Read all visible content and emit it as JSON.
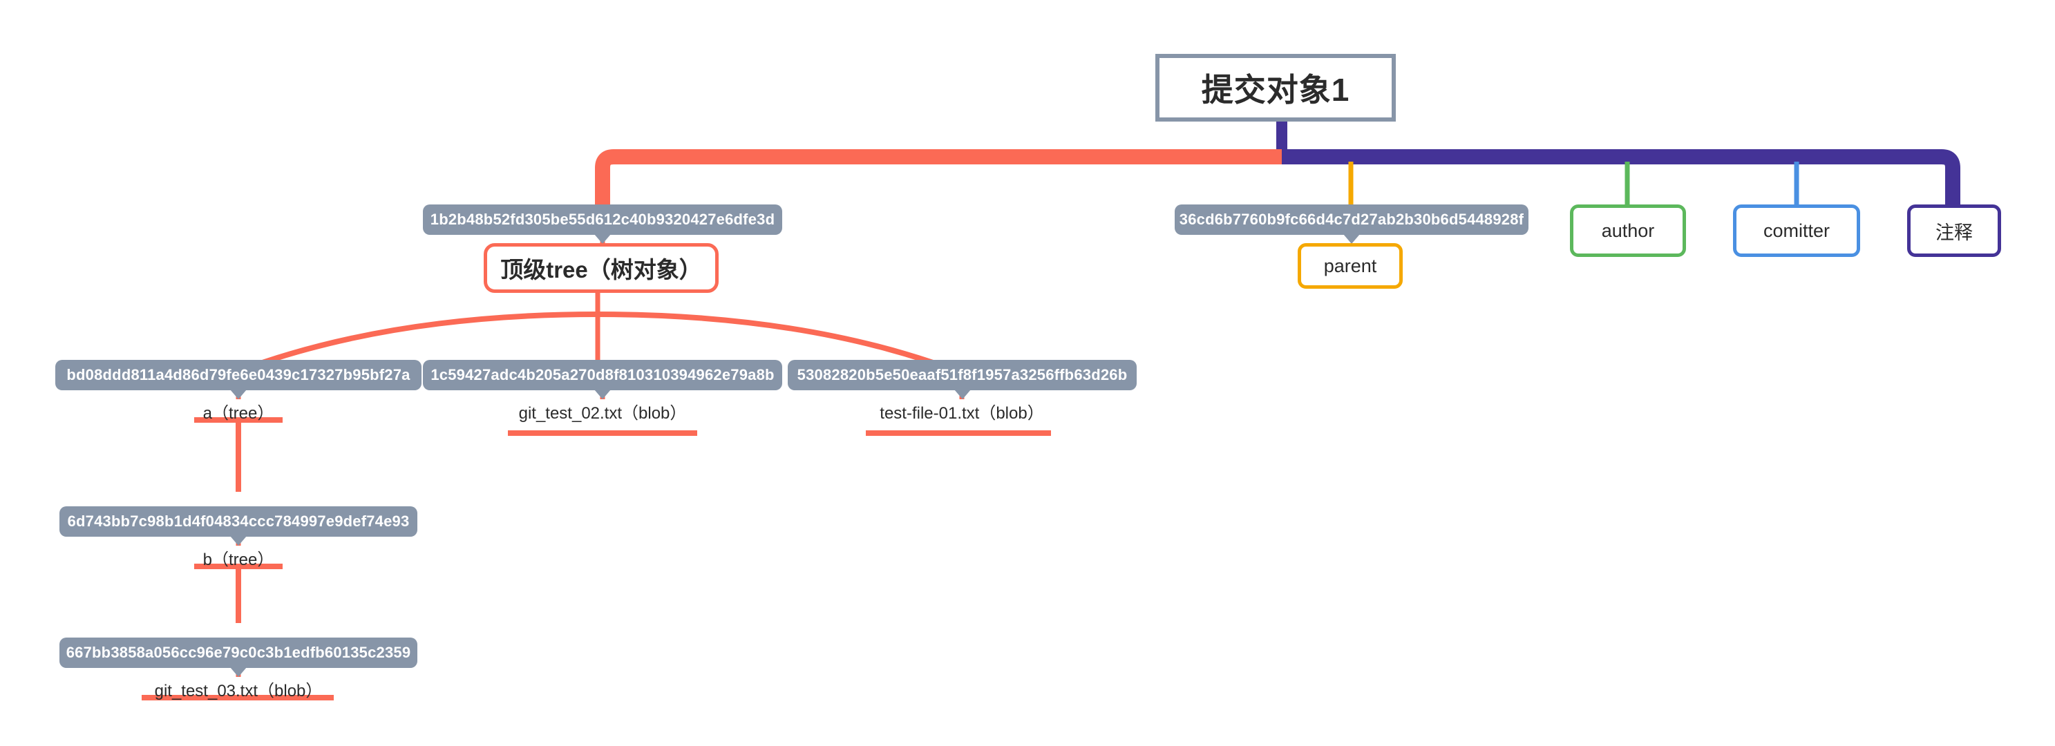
{
  "diagram": {
    "type": "git-object-graph",
    "title": "提交对象1",
    "colors": {
      "red": "#fb6a55",
      "orange": "#f5a800",
      "green": "#5cb85c",
      "blue": "#4a90e2",
      "purple": "#443397",
      "gray_badge": "#8795a8",
      "gray_border": "#8795a8",
      "text": "#2b2b2b"
    },
    "commit": {
      "label": "提交对象1"
    },
    "fields": [
      {
        "name": "tree",
        "label": "顶级tree（树对象）",
        "color": "#fb6a55",
        "sha": "1b2b48b52fd305be55d612c40b9320427e6dfe3d"
      },
      {
        "name": "parent",
        "label": "parent",
        "color": "#f5a800",
        "sha": "36cd6b7760b9fc66d4c7d27ab2b30b6d5448928f"
      },
      {
        "name": "author",
        "label": "author",
        "color": "#5cb85c",
        "sha": ""
      },
      {
        "name": "comitter",
        "label": "comitter",
        "color": "#4a90e2",
        "sha": ""
      },
      {
        "name": "note",
        "label": "注释",
        "color": "#443397",
        "sha": ""
      }
    ],
    "tree_entries": [
      {
        "sha": "bd08ddd811a4d86d79fe6e0439c17327b95bf27a",
        "label": "a（tree）"
      },
      {
        "sha": "1c59427adc4b205a270d8f810310394962e79a8b",
        "label": "git_test_02.txt（blob）"
      },
      {
        "sha": "53082820b5e50eaaf51f8f1957a3256ffb63d26b",
        "label": "test-file-01.txt（blob）"
      }
    ],
    "nested": [
      {
        "sha": "6d743bb7c98b1d4f04834ccc784997e9def74e93",
        "label": "b（tree）"
      },
      {
        "sha": "667bb3858a056cc96e79c0c3b1edfb60135c2359",
        "label": "git_test_03.txt（blob）"
      }
    ]
  }
}
